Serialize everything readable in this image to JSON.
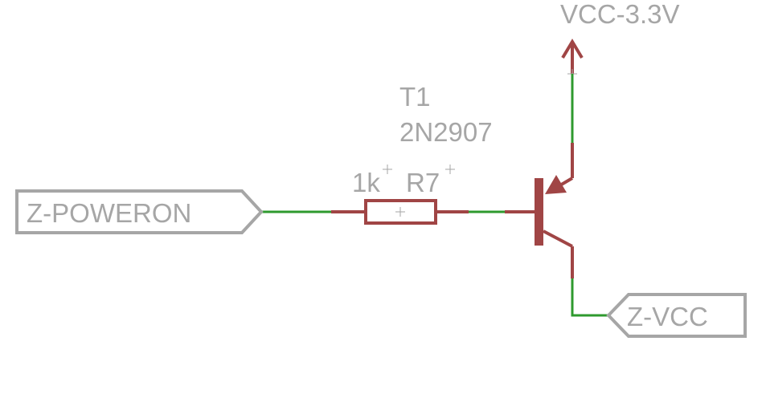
{
  "schematic": {
    "supply_label": "VCC-3.3V",
    "transistor": {
      "name": "T1",
      "value": "2N2907"
    },
    "resistor": {
      "value": "1k",
      "name": "R7"
    },
    "input_port": "Z-POWERON",
    "output_port": "Z-VCC"
  },
  "colors": {
    "wire": "#2e9a2e",
    "component": "#a04545",
    "label": "#a6a6a6",
    "background": "#ffffff"
  }
}
